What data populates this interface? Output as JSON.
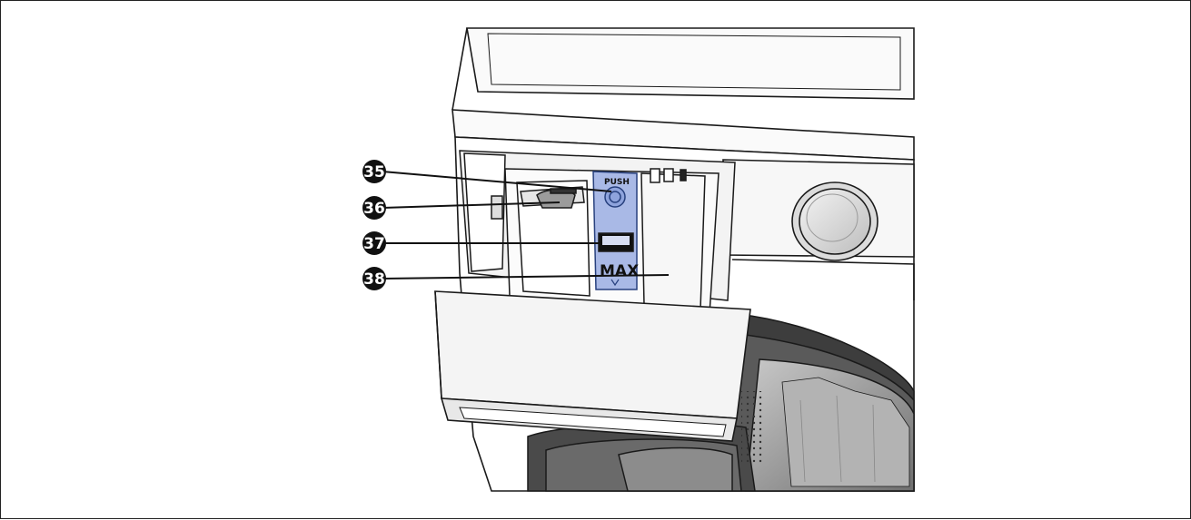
{
  "figure": {
    "callouts": [
      {
        "number": "35"
      },
      {
        "number": "36"
      },
      {
        "number": "37"
      },
      {
        "number": "38"
      }
    ],
    "drawer_labels": {
      "push": "PUSH",
      "max": "MAX"
    },
    "colors": {
      "outline": "#1a1a1a",
      "callout_fill": "#111111",
      "highlight_blue": "#a9b9e6",
      "door_gasket": "#4a4a4a",
      "drum": "#8a8a8a"
    }
  }
}
